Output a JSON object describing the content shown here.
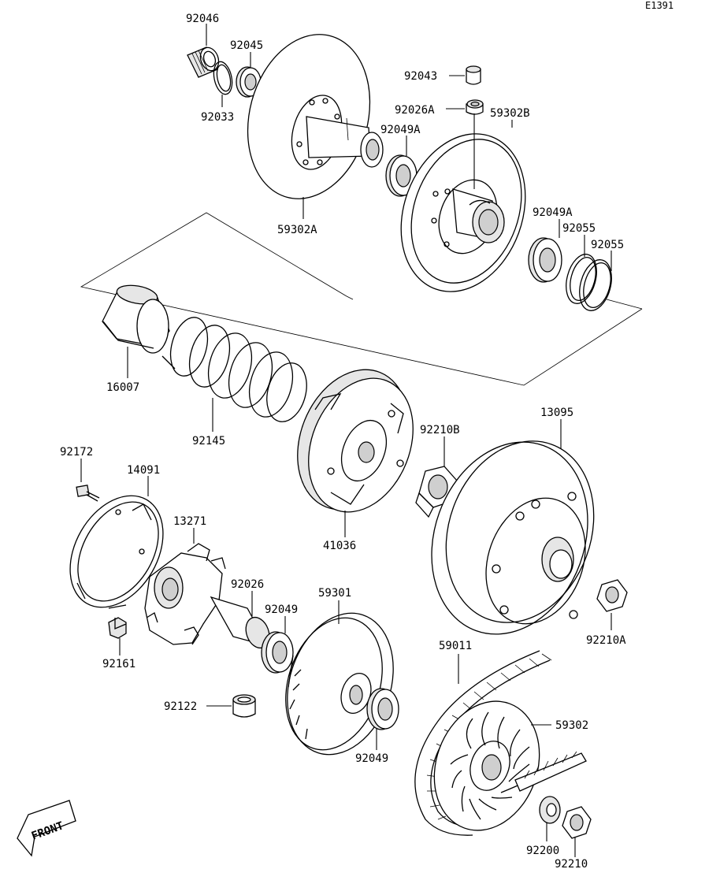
{
  "diagram_code": "E1391",
  "front_label": "FRONT",
  "parts": {
    "p92046": "92046",
    "p92045": "92045",
    "p92033": "92033",
    "p59302A": "59302A",
    "p92043": "92043",
    "p92026A": "92026A",
    "p59302B": "59302B",
    "p92049A_top": "92049A",
    "p92049A_right": "92049A",
    "p92055_a": "92055",
    "p92055_b": "92055",
    "p16007": "16007",
    "p92145": "92145",
    "p41036": "41036",
    "p92210B": "92210B",
    "p13095": "13095",
    "p92172": "92172",
    "p14091": "14091",
    "p13271": "13271",
    "p92026": "92026",
    "p92049_a": "92049",
    "p59301": "59301",
    "p92161": "92161",
    "p92210A": "92210A",
    "p59011": "59011",
    "p92122": "92122",
    "p92049_b": "92049",
    "p59302": "59302",
    "p92200": "92200",
    "p92210": "92210"
  }
}
